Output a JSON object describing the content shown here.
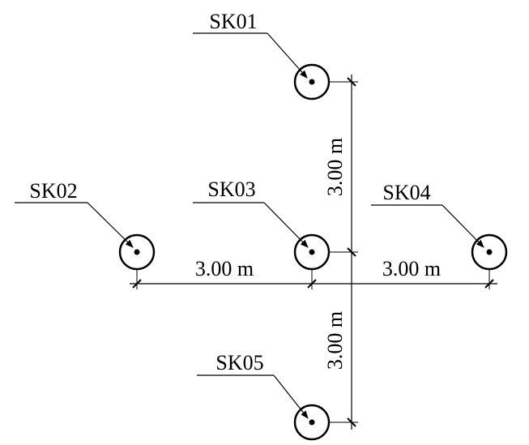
{
  "diagram": {
    "line_color": "#000000",
    "background": "#ffffff",
    "points": [
      {
        "label": "SK01"
      },
      {
        "label": "SK02"
      },
      {
        "label": "SK03"
      },
      {
        "label": "SK04"
      },
      {
        "label": "SK05"
      }
    ],
    "dimensions": {
      "horizontal_left": "3.00 m",
      "horizontal_right": "3.00 m",
      "vertical_top": "3.00 m",
      "vertical_bottom": "3.00 m"
    }
  }
}
